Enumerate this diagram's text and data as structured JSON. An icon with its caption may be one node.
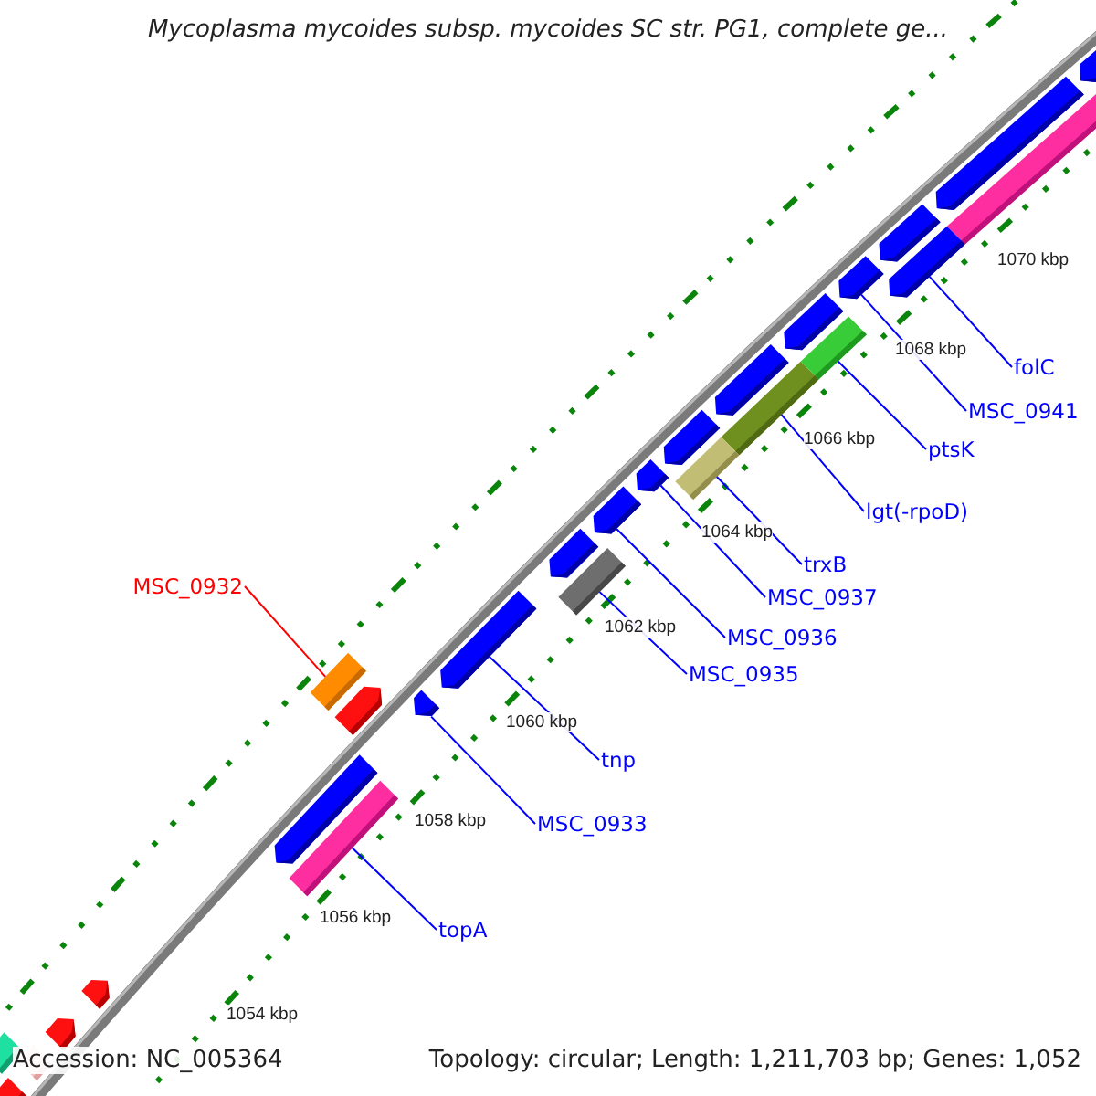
{
  "diagram": {
    "title": "Mycoplasma mycoides subsp. mycoides SC str. PG1, complete ge...",
    "nodes": [
      {
        "text": [
          "folC"
        ]
      },
      {
        "text": [
          "MSC_0941"
        ]
      },
      {
        "text": [
          "ptsK"
        ]
      },
      {
        "text": [
          "lgt(-rpoD)"
        ]
      },
      {
        "text": [
          "trxB"
        ]
      },
      {
        "text": [
          "MSC_0932"
        ]
      },
      {
        "text": [
          "MSC_0937"
        ]
      },
      {
        "text": [
          "MSC_0936"
        ]
      },
      {
        "text": [
          "MSC_0935"
        ]
      },
      {
        "text": [
          "tnp"
        ]
      },
      {
        "text": [
          "MSC_0933"
        ]
      },
      {
        "text": [
          "topA"
        ]
      },
      {
        "text": [],
        "shape": "arrow"
      },
      {
        "text": [],
        "shape": "arrow"
      },
      {
        "text": [],
        "shape": "bar"
      },
      {
        "text": [],
        "shape": "bar"
      },
      {
        "text": [],
        "shape": "bar"
      },
      {
        "text": [],
        "shape": "arrow"
      },
      {
        "text": [],
        "shape": "arrow"
      },
      {
        "text": [],
        "shape": "bar"
      },
      {
        "text": [],
        "shape": "arrow"
      },
      {
        "text": [],
        "shape": "arrow"
      },
      {
        "text": [],
        "shape": "bar"
      },
      {
        "text": [],
        "shape": "bar"
      }
    ],
    "edges": [
      {
        "from": 0,
        "to": 12,
        "arrow": "none"
      },
      {
        "from": 1,
        "to": 13,
        "arrow": "none"
      },
      {
        "from": 2,
        "to": 14,
        "arrow": "none"
      },
      {
        "from": 3,
        "to": 15,
        "arrow": "none"
      },
      {
        "from": 4,
        "to": 16,
        "arrow": "none"
      },
      {
        "from": 5,
        "to": 22,
        "arrow": "none",
        "color": "#ff0000"
      },
      {
        "from": 6,
        "to": 17,
        "arrow": "none"
      },
      {
        "from": 7,
        "to": 18,
        "arrow": "none"
      },
      {
        "from": 8,
        "to": 19,
        "arrow": "none"
      },
      {
        "from": 9,
        "to": 20,
        "arrow": "none"
      },
      {
        "from": 10,
        "to": 21,
        "arrow": "none"
      },
      {
        "from": 11,
        "to": 23,
        "arrow": "none"
      }
    ],
    "labels": [
      "1070 kbp",
      "1068 kbp",
      "1066 kbp",
      "1064 kbp",
      "1062 kbp",
      "1060 kbp",
      "1058 kbp",
      "1056 kbp",
      "1054 kbp",
      "Accession: NC_005364",
      "Topology: circular; Length: 1,211,703 bp; Genes: 1,052"
    ]
  }
}
